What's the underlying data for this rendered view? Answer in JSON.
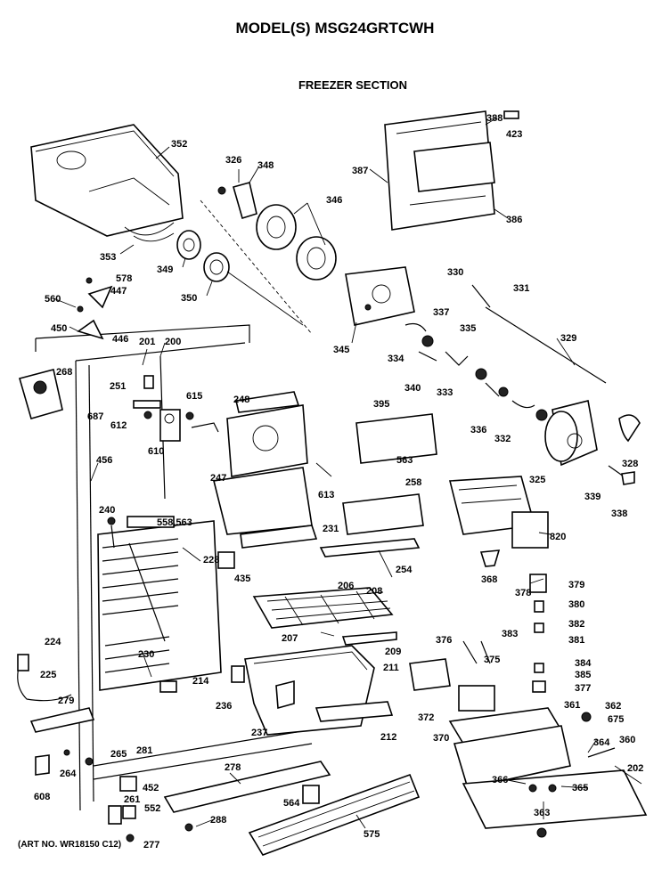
{
  "header": {
    "model_title": "MODEL(S) MSG24GRTCWH",
    "section_title": "FREEZER SECTION"
  },
  "footer": {
    "art_note": "(ART NO. WR18150 C12)"
  },
  "callouts": [
    "352",
    "326",
    "348",
    "388",
    "423",
    "387",
    "386",
    "346",
    "353",
    "349",
    "350",
    "578",
    "447",
    "560",
    "450",
    "446",
    "345",
    "330",
    "331",
    "329",
    "337",
    "335",
    "334",
    "340",
    "333",
    "336",
    "332",
    "325",
    "328",
    "339",
    "338",
    "201",
    "200",
    "268",
    "251",
    "615",
    "687",
    "612",
    "610",
    "248",
    "395",
    "563",
    "247",
    "613",
    "456",
    "240",
    "558,563",
    "231",
    "258",
    "820",
    "228",
    "435",
    "254",
    "368",
    "378",
    "379",
    "380",
    "382",
    "381",
    "384",
    "385",
    "377",
    "206",
    "208",
    "207",
    "209",
    "376",
    "375",
    "383",
    "224",
    "225",
    "279",
    "230",
    "214",
    "211",
    "236",
    "237",
    "212",
    "372",
    "370",
    "361",
    "362",
    "675",
    "364",
    "360",
    "202",
    "281",
    "265",
    "264",
    "608",
    "452",
    "261",
    "552",
    "277",
    "278",
    "564",
    "288",
    "575",
    "366",
    "365",
    "363"
  ]
}
